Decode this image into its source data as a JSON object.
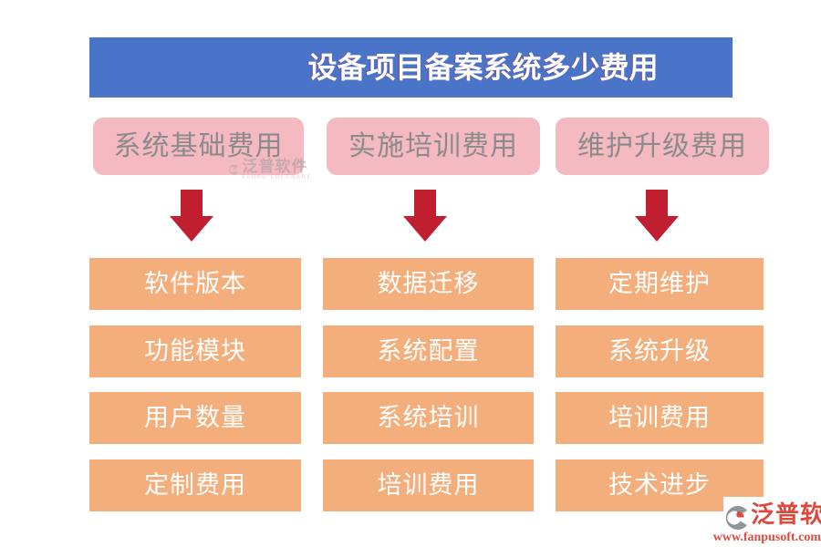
{
  "title": {
    "text": "设备项目备案系统多少费用"
  },
  "columns": [
    {
      "header": "系统基础费用",
      "items": [
        "软件版本",
        "功能模块",
        "用户数量",
        "定制费用"
      ]
    },
    {
      "header": "实施培训费用",
      "items": [
        "数据迁移",
        "系统配置",
        "系统培训",
        "培训费用"
      ]
    },
    {
      "header": "维护升级费用",
      "items": [
        "定期维护",
        "系统升级",
        "培训费用",
        "技术进步"
      ]
    }
  ],
  "watermark": {
    "brand": "泛普软件",
    "brand_en": "FANPU SOFTWARE"
  },
  "footer_logo": {
    "brand": "泛普软件",
    "url": "www.fanpusoft.com"
  },
  "colors": {
    "header_bar": "#4a74c8",
    "header_text": "#ffffff",
    "category_box": "#f4b9c1",
    "category_text": "#8b8b8b",
    "arrow": "#c11f30",
    "item_box": "#f3ae7b",
    "item_text": "#ffffff",
    "brand_red": "#dc4a3f"
  }
}
